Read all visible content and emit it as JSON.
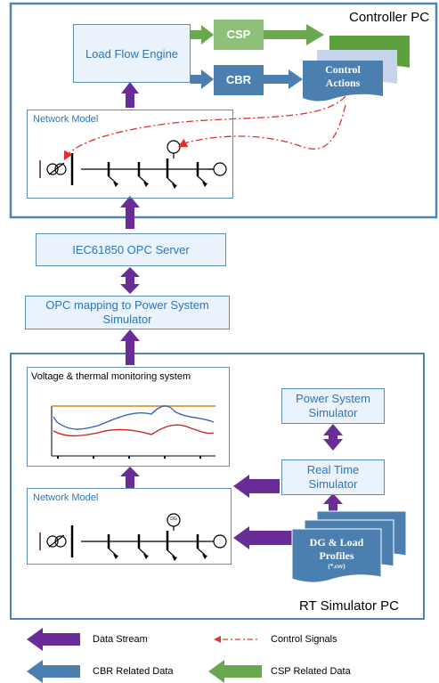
{
  "controller_panel": {
    "title": "Controller PC",
    "load_flow_engine": "Load Flow Engine",
    "csp": "CSP",
    "cbr": "CBR",
    "control_actions_line1": "Control",
    "control_actions_line2": "Actions",
    "network_model": "Network Model"
  },
  "middle": {
    "opc_server": "IEC61850 OPC Server",
    "opc_mapping": "OPC mapping to Power System Simulator"
  },
  "simulator_panel": {
    "title": "RT Simulator PC",
    "monitoring_title": "Voltage & thermal monitoring system",
    "power_system_simulator": "Power System Simulator",
    "real_time_simulator": "Real Time Simulator",
    "network_model": "Network Model",
    "profiles_line1": "DG & Load",
    "profiles_line2": "Profiles",
    "profiles_line3": "(*.csv)",
    "dg_label": "DG"
  },
  "legend": {
    "data_stream": "Data Stream",
    "control_signals": "Control Signals",
    "cbr_related": "CBR Related Data",
    "csp_related": "CSP Related Data"
  },
  "colors": {
    "purple": "#6a2c97",
    "blue": "#4a7fb0",
    "green": "#6aa84f",
    "red_dash": "#e03030",
    "frame": "#4f81bd",
    "box_text": "#2e75b6"
  }
}
